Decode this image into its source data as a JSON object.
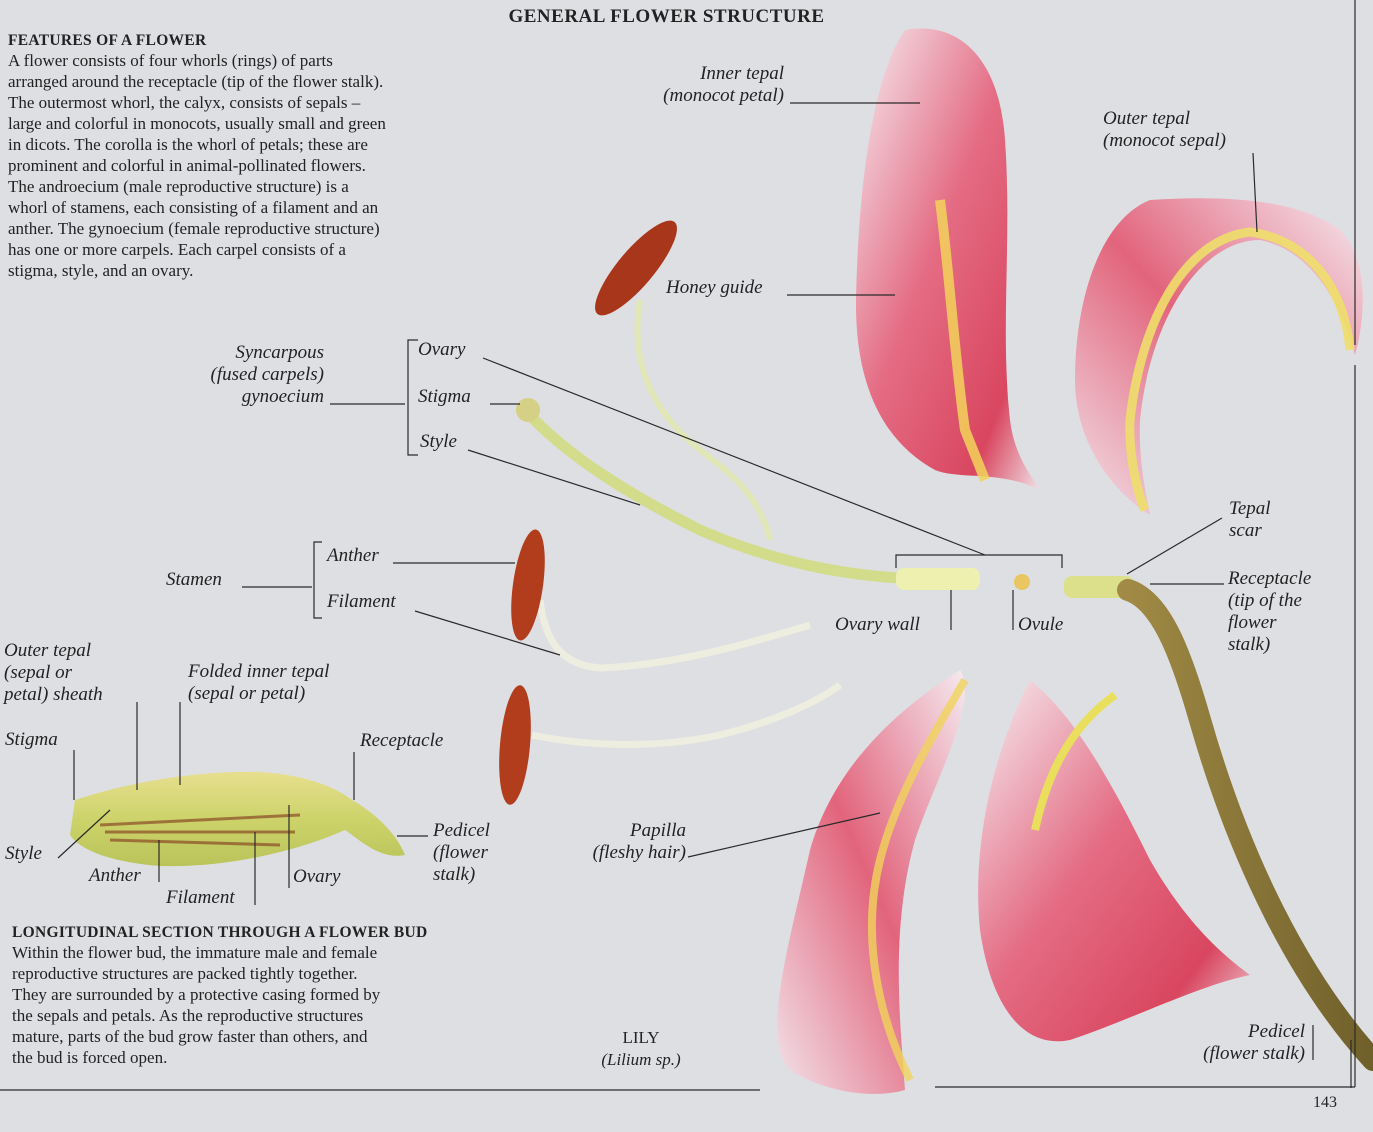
{
  "title": "GENERAL FLOWER STRUCTURE",
  "features": {
    "heading": "FEATURES OF A FLOWER",
    "lines": [
      "A flower consists of four whorls (rings) of parts",
      "arranged around the receptacle (tip of the flower stalk).",
      "The outermost whorl, the calyx, consists of sepals –",
      "large and colorful in monocots, usually small and green",
      "in dicots. The corolla is the whorl of petals; these are",
      "prominent and colorful in animal-pollinated flowers.",
      "The androecium (male reproductive structure) is a",
      "whorl of stamens, each consisting of a filament and an",
      "anther. The gynoecium (female reproductive structure)",
      "has one or more carpels. Each carpel consists of a",
      "stigma, style, and an ovary."
    ]
  },
  "section": {
    "heading": "LONGITUDINAL SECTION THROUGH A FLOWER BUD",
    "lines": [
      "Within the flower bud, the immature male and female",
      "reproductive structures are packed tightly together.",
      "They are surrounded by a protective casing formed by",
      "the sepals and petals. As the reproductive structures",
      "mature, parts of the bud grow faster than others, and",
      "the bud is forced open."
    ]
  },
  "labels": {
    "inner_tepal": "Inner tepal\n(monocot petal)",
    "outer_tepal": "Outer tepal\n(monocot sepal)",
    "honey_guide": "Honey guide",
    "syncarpous": "Syncarpous\n(fused carpels)\ngynoecium",
    "ovary": "Ovary",
    "stigma": "Stigma",
    "style": "Style",
    "stamen": "Stamen",
    "anther": "Anther",
    "filament": "Filament",
    "tepal_scar": "Tepal\nscar",
    "receptacle_main": "Receptacle\n(tip of the\nflower\nstalk)",
    "ovary_wall": "Ovary wall",
    "ovule": "Ovule",
    "papilla": "Papilla\n(fleshy hair)",
    "pedicel_main": "Pedicel\n(flower stalk)",
    "bud_outer_tepal": "Outer tepal\n(sepal or\npetal) sheath",
    "bud_folded_inner": "Folded inner tepal\n(sepal or petal)",
    "bud_stigma": "Stigma",
    "bud_receptacle": "Receptacle",
    "bud_pedicel": "Pedicel\n(flower\nstalk)",
    "bud_style": "Style",
    "bud_anther": "Anther",
    "bud_filament": "Filament",
    "bud_ovary": "Ovary"
  },
  "caption": {
    "name": "LILY",
    "species": "(Lilium sp.)"
  },
  "page_number": "143",
  "colors": {
    "background": "#dedfe3",
    "petal_pink": "#e0607a",
    "petal_light": "#f3e6ec",
    "anther_brown": "#a8361a",
    "stem_green": "#d9dd8a",
    "pedicel_brown": "#8f7a3a"
  }
}
